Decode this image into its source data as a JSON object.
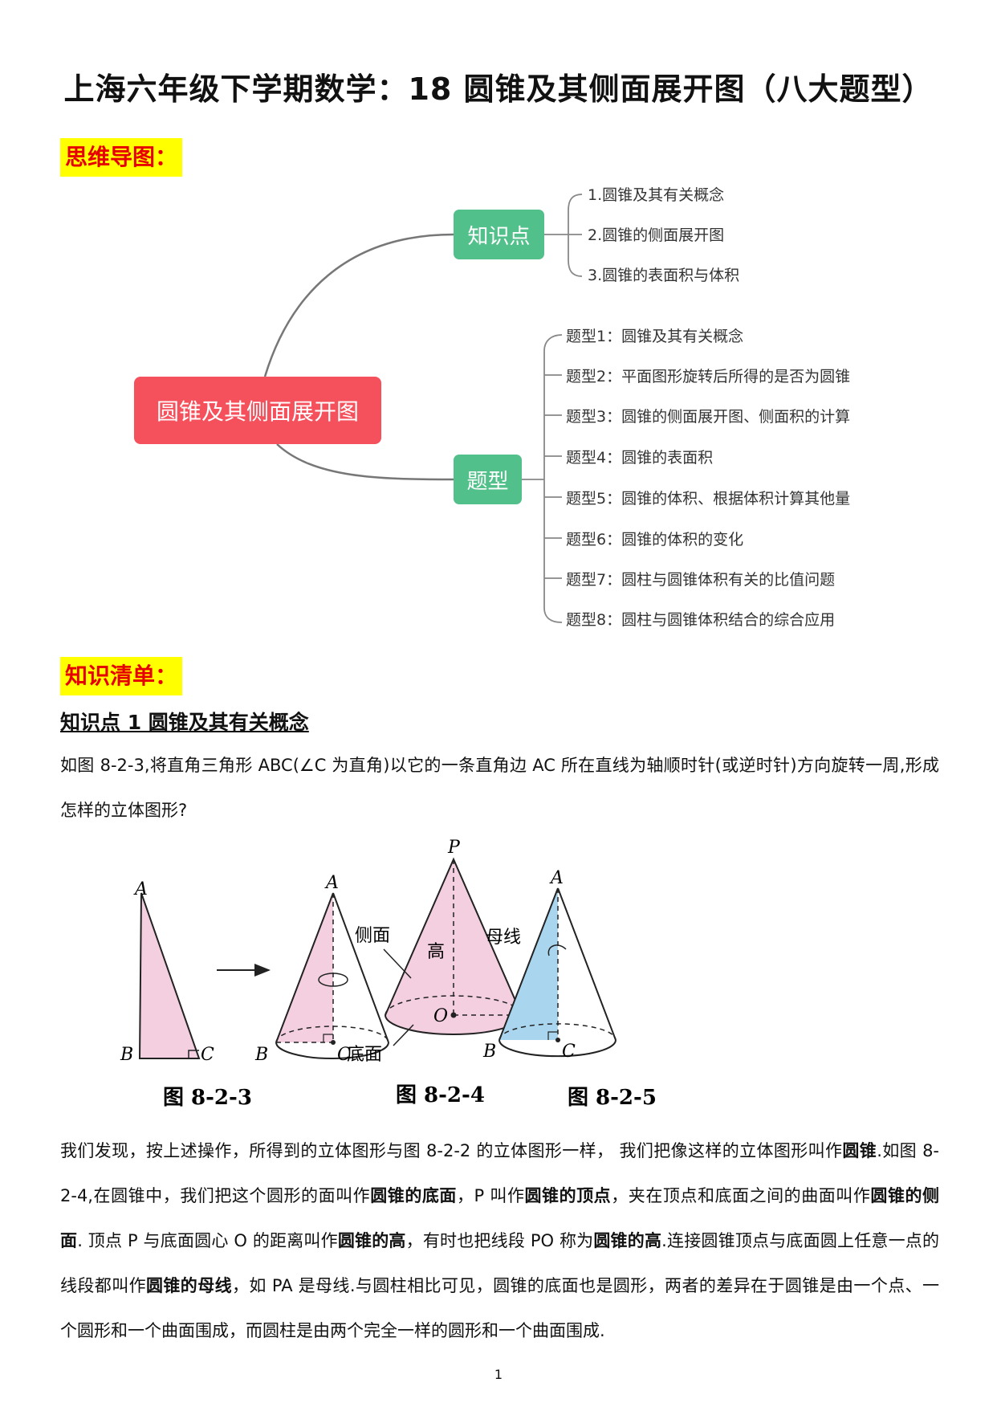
{
  "title": "上海六年级下学期数学：18 圆锥及其侧面展开图（八大题型）",
  "section_mindmap": "思维导图：",
  "mindmap": {
    "root": "圆锥及其侧面展开图",
    "branch1": {
      "label": "知识点",
      "items": [
        "1.圆锥及其有关概念",
        "2.圆锥的侧面展开图",
        "3.圆锥的表面积与体积"
      ]
    },
    "branch2": {
      "label": "题型",
      "items": [
        "题型1：圆锥及其有关概念",
        "题型2：平面图形旋转后所得的是否为圆锥",
        "题型3：圆锥的侧面展开图、侧面积的计算",
        "题型4：圆锥的表面积",
        "题型5：圆锥的体积、根据体积计算其他量",
        "题型6：圆锥的体积的变化",
        "题型7：圆柱与圆锥体积有关的比值问题",
        "题型8：圆柱与圆锥体积结合的综合应用"
      ]
    }
  },
  "section_knowledge": "知识清单：",
  "kp1_title": "知识点 1 圆锥及其有关概念",
  "intro_paragraph": "如图 8-2-3,将直角三角形 ABC(∠C 为直角)以它的一条直角边 AC 所在直线为轴顺时针(或逆时针)方向旋转一周,形成怎样的立体图形?",
  "figure": {
    "labels": {
      "A": "A",
      "B": "B",
      "C": "C",
      "P": "P",
      "O": "O",
      "lateral": "侧面",
      "height": "高",
      "generatrix": "母线",
      "base": "底面"
    },
    "captions": [
      "图 8-2-3",
      "图 8-2-4",
      "图 8-2-5"
    ],
    "colors": {
      "pink": "#f3cfe0",
      "blue": "#a9d6ee"
    }
  },
  "body": {
    "s1": "我们发现，按上述操作，所得到的立体图形与图 8-2-2 的立体图形一样， 我们把像这样的立体图形叫作",
    "b1": "圆锥",
    "s2": ".如图 8-2-4,在圆锥中，我们把这个圆形的面叫作",
    "b2": "圆锥的底面",
    "s3": "，P 叫作",
    "b3": "圆锥的顶点",
    "s4": "，夹在顶点和底面之间的曲面叫作",
    "b4": "圆锥的侧面",
    "s5": ". 顶点 P 与底面圆心 O 的距离叫作",
    "b5": "圆锥的高",
    "s6": "，有时也把线段 PO 称为",
    "b6": "圆锥的高",
    "s7": ".连接圆锥顶点与底面圆上任意一点的线段都叫作",
    "b7": "圆锥的母线",
    "s8": "，如 PA 是母线.与圆柱相比可见，圆锥的底面也是圆形，两者的差异在于圆锥是由一个点、一个圆形和一个曲面围成，而圆柱是由两个完全一样的圆形和一个曲面围成."
  },
  "page_number": "1"
}
